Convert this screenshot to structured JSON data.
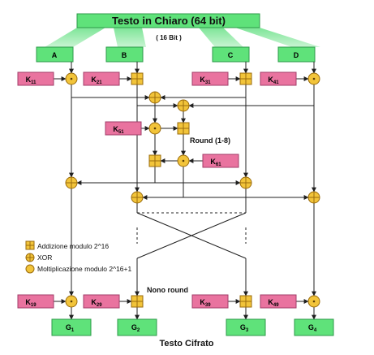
{
  "title": "Testo in Chiaro (64 bit)",
  "subtitle": "( 16 Bit )",
  "inputs": [
    "A",
    "B",
    "C",
    "D"
  ],
  "subkeys": {
    "k11": {
      "base": "K",
      "sub": "11"
    },
    "k21": {
      "base": "K",
      "sub": "21"
    },
    "k31": {
      "base": "K",
      "sub": "31"
    },
    "k41": {
      "base": "K",
      "sub": "41"
    },
    "k51": {
      "base": "K",
      "sub": "51"
    },
    "k61": {
      "base": "K",
      "sub": "61"
    },
    "k19": {
      "base": "K",
      "sub": "19"
    },
    "k29": {
      "base": "K",
      "sub": "29"
    },
    "k39": {
      "base": "K",
      "sub": "39"
    },
    "k49": {
      "base": "K",
      "sub": "49"
    }
  },
  "round_label": "Round (1-8)",
  "final_round_label": "Nono round",
  "legend": {
    "add": "Addizione modulo 2^16",
    "xor": "XOR",
    "mul": "Moltiplicazione modulo 2^16+1"
  },
  "outputs": [
    {
      "base": "G",
      "sub": "1"
    },
    {
      "base": "G",
      "sub": "2"
    },
    {
      "base": "G",
      "sub": "3"
    },
    {
      "base": "G",
      "sub": "4"
    }
  ],
  "output_title": "Testo Cifrato",
  "colors": {
    "box_green": "#5fe27a",
    "box_green_border": "#2e9a49",
    "key_pink": "#e9739f",
    "key_pink_border": "#a23e68",
    "op_yellow": "#f2c43a",
    "op_border": "#9a6b0c",
    "line": "#202020"
  }
}
